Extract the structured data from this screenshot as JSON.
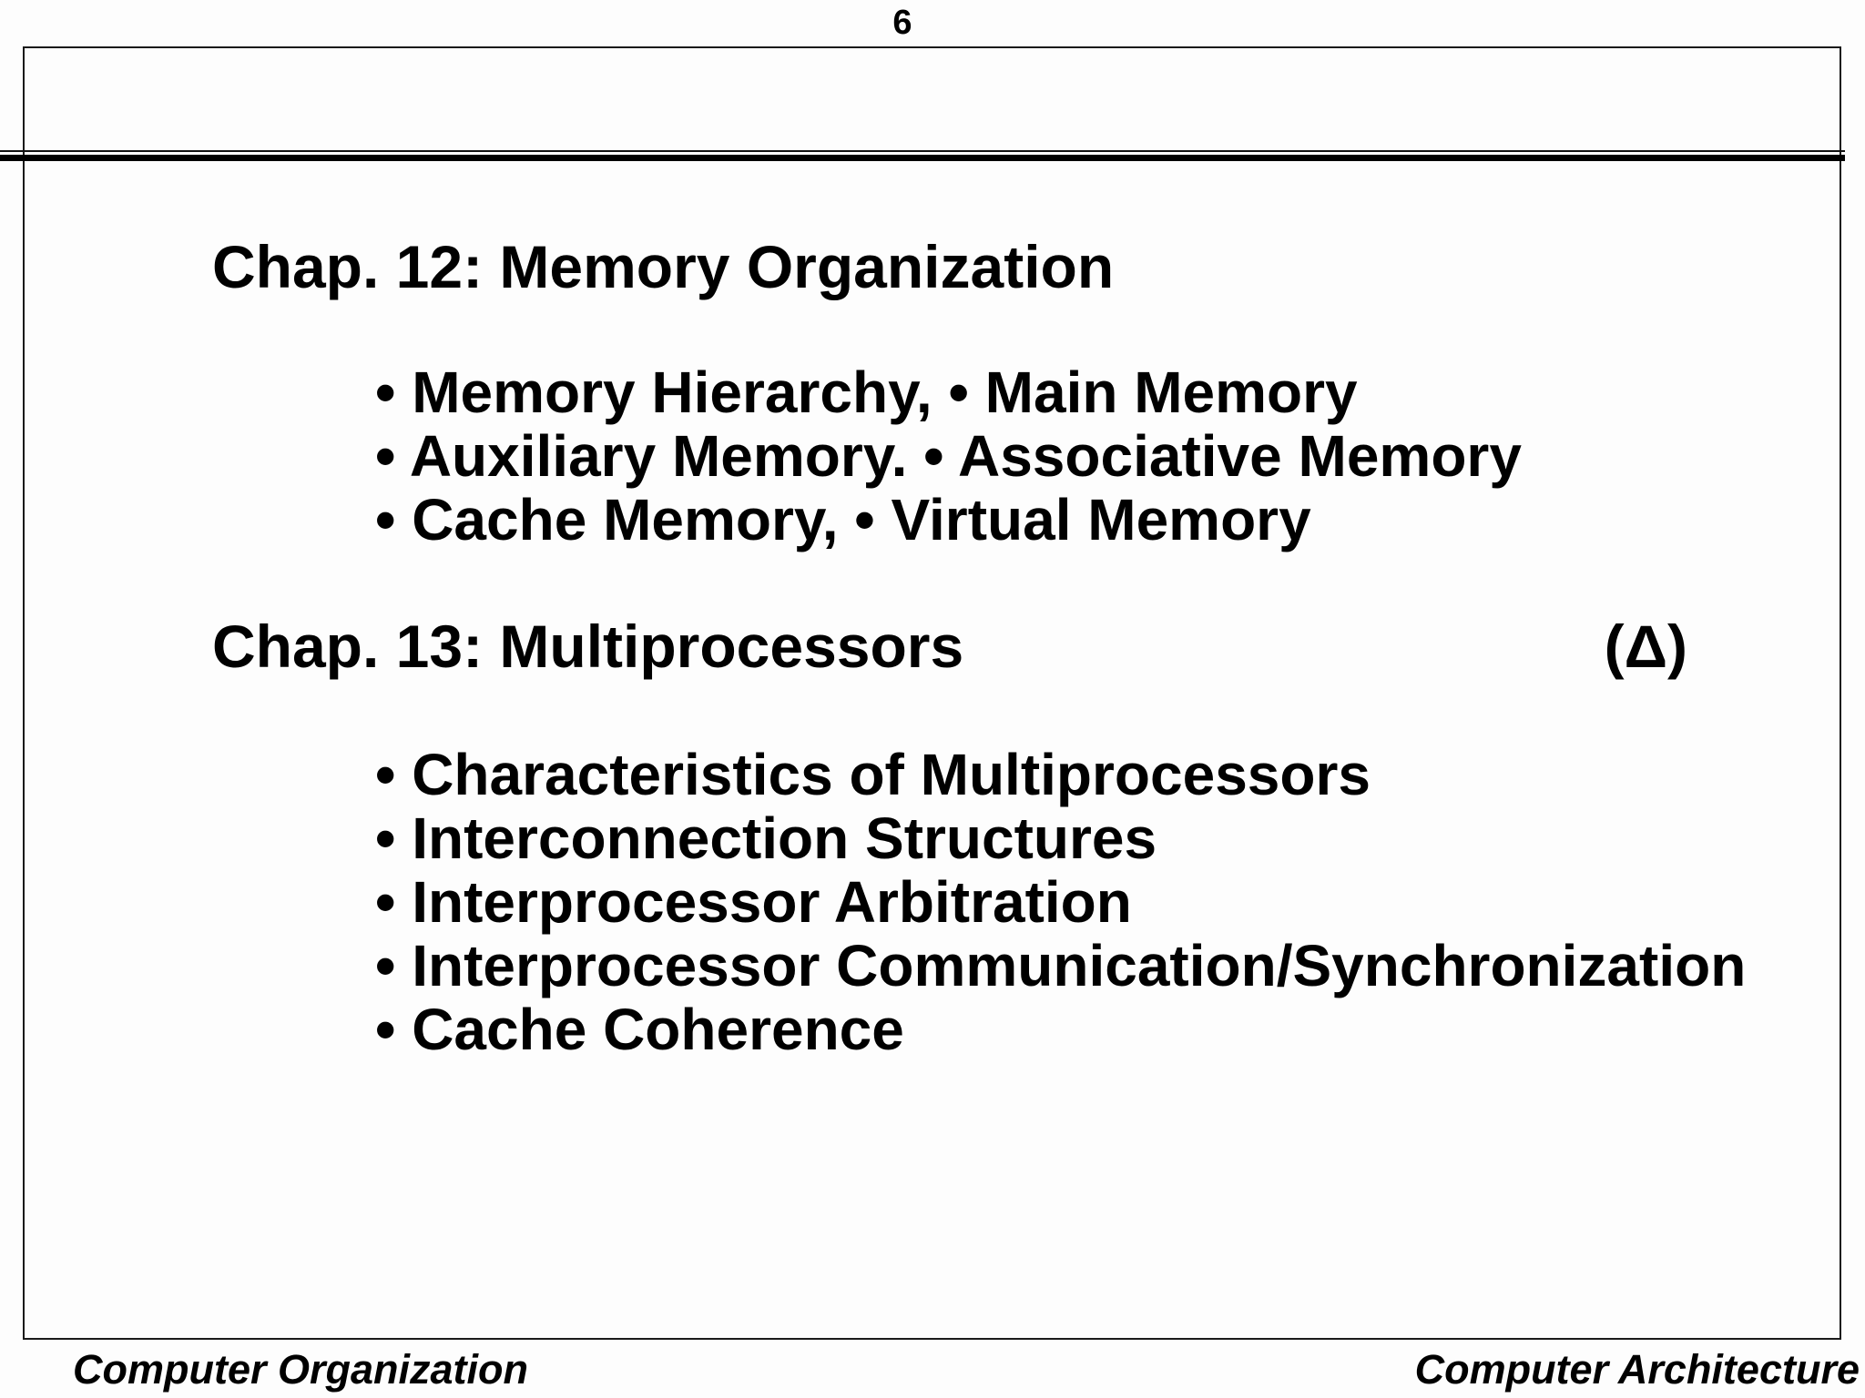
{
  "page": {
    "number": "6",
    "footer_left": "Computer Organization",
    "footer_right": "Computer Architecture"
  },
  "colors": {
    "text": "#000000",
    "background": "#fdfdfd",
    "frame_border": "#1a1a1a"
  },
  "slide": {
    "sections": [
      {
        "heading": "Chap. 12: Memory Organization",
        "annotation": "",
        "bullets": [
          "• Memory Hierarchy, • Main Memory",
          "• Auxiliary Memory. • Associative Memory",
          "• Cache Memory, • Virtual Memory"
        ]
      },
      {
        "heading": "Chap. 13: Multiprocessors",
        "annotation": "(Δ)",
        "bullets": [
          "• Characteristics of Multiprocessors",
          "• Interconnection Structures",
          "• Interprocessor Arbitration",
          "• Interprocessor Communication/Synchronization",
          "• Cache Coherence"
        ]
      }
    ]
  }
}
